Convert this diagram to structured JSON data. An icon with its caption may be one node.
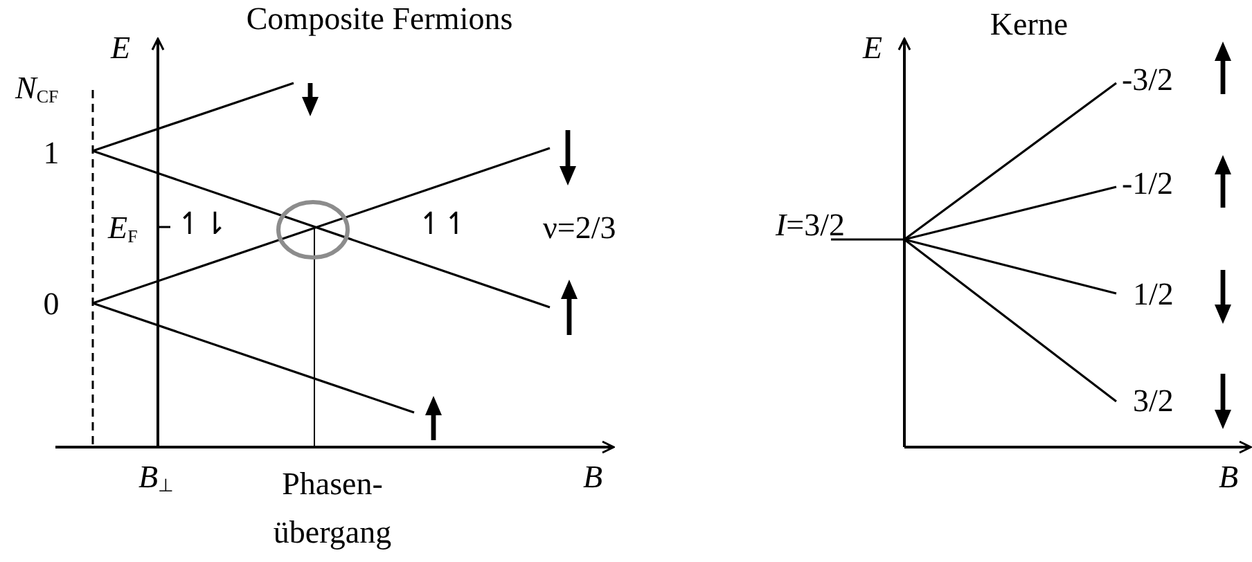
{
  "diagram": {
    "labels": [
      "Composite Fermions",
      "E",
      "Kerne",
      "E",
      "-3/2",
      "*N*$_{CF}$",
      "1",
      "-1/2",
      "*E*$_{F}$",
      "↿⇂",
      "↿↿",
      "ν=2/3",
      "*I*=3/2",
      "1/2",
      "0",
      "3/2",
      "*B*$_{⊥}$",
      "Phasen- übergang",
      "B",
      "B"
    ]
  }
}
